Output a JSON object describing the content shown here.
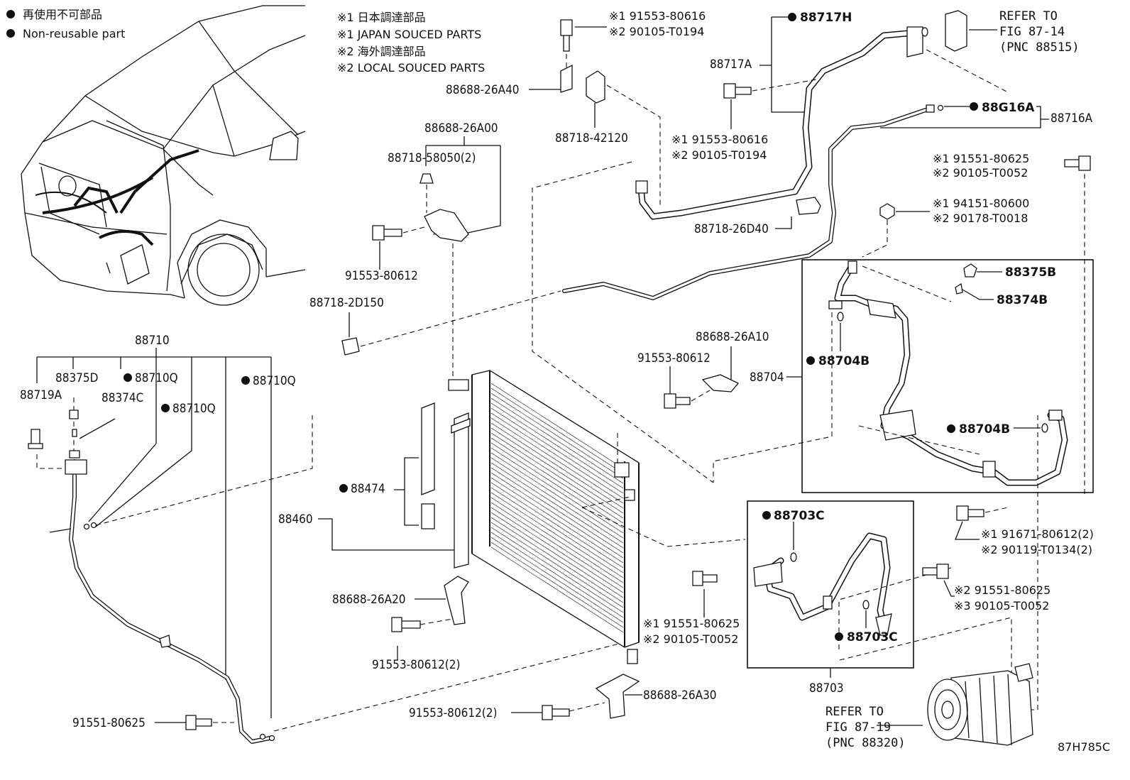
{
  "legend": {
    "jp": "再使用不可部品",
    "en": "Non-reusable part"
  },
  "notes": [
    "※1 日本調達部品",
    "※1 JAPAN SOUCED PARTS",
    "※2 海外調達部品",
    "※2 LOCAL SOUCED PARTS"
  ],
  "figure_code": "87H785C",
  "references": {
    "ref_88515": [
      "REFER TO",
      "FIG 87-14",
      "(PNC 88515)"
    ],
    "ref_88320": [
      "REFER TO",
      "FIG 87-19",
      "(PNC 88320)"
    ]
  },
  "labels": {
    "p88717h": "88717H",
    "p88717a": "88717A",
    "p88g16a": "88G16A",
    "p88716a": "88716A",
    "bolt_top_1": "※1 91553-80616",
    "bolt_top_2": "※2 90105-T0194",
    "p88688_26a40": "88688-26A40",
    "p88718_42120": "88718-42120",
    "bolt_mid_1": "※1 91553-80616",
    "bolt_mid_2": "※2 90105-T0194",
    "p88688_26a00": "88688-26A00",
    "p88718_58050": "88718-58050(2)",
    "p91553_80612_a": "91553-80612",
    "p88718_26d40": "88718-26D40",
    "bolt_r1_1": "※1 91551-80625",
    "bolt_r1_2": "※2 90105-T0052",
    "nut_1": "※1 94151-80600",
    "nut_2": "※2 90178-T0018",
    "p88375b": "88375B",
    "p88374b": "88374B",
    "p88718_2d150": "88718-2D150",
    "p88688_26a10": "88688-26A10",
    "p91553_80612_b": "91553-80612",
    "p88704": "88704",
    "p88704b_1": "88704B",
    "p88704b_2": "88704B",
    "p88710": "88710",
    "p88375d": "88375D",
    "p88710q_1": "88710Q",
    "p88374c": "88374C",
    "p88710q_2": "88710Q",
    "p88710q_3": "88710Q",
    "p88719a": "88719A",
    "p88474": "88474",
    "p88460": "88460",
    "p88703c_1": "88703C",
    "p88703c_2": "88703C",
    "p88703": "88703",
    "bolt_r2_1": "※1 91671-80612(2)",
    "bolt_r2_2": "※2 90119-T0134(2)",
    "bolt_r3_1": "※2 91551-80625",
    "bolt_r3_2": "※3 90105-T0052",
    "p88688_26a20": "88688-26A20",
    "p91553_80612_2a": "91553-80612(2)",
    "bolt_c_1": "※1 91551-80625",
    "bolt_c_2": "※2 90105-T0052",
    "p88688_26a30": "88688-26A30",
    "p91553_80612_2b": "91553-80612(2)",
    "p91551_80625": "91551-80625"
  }
}
